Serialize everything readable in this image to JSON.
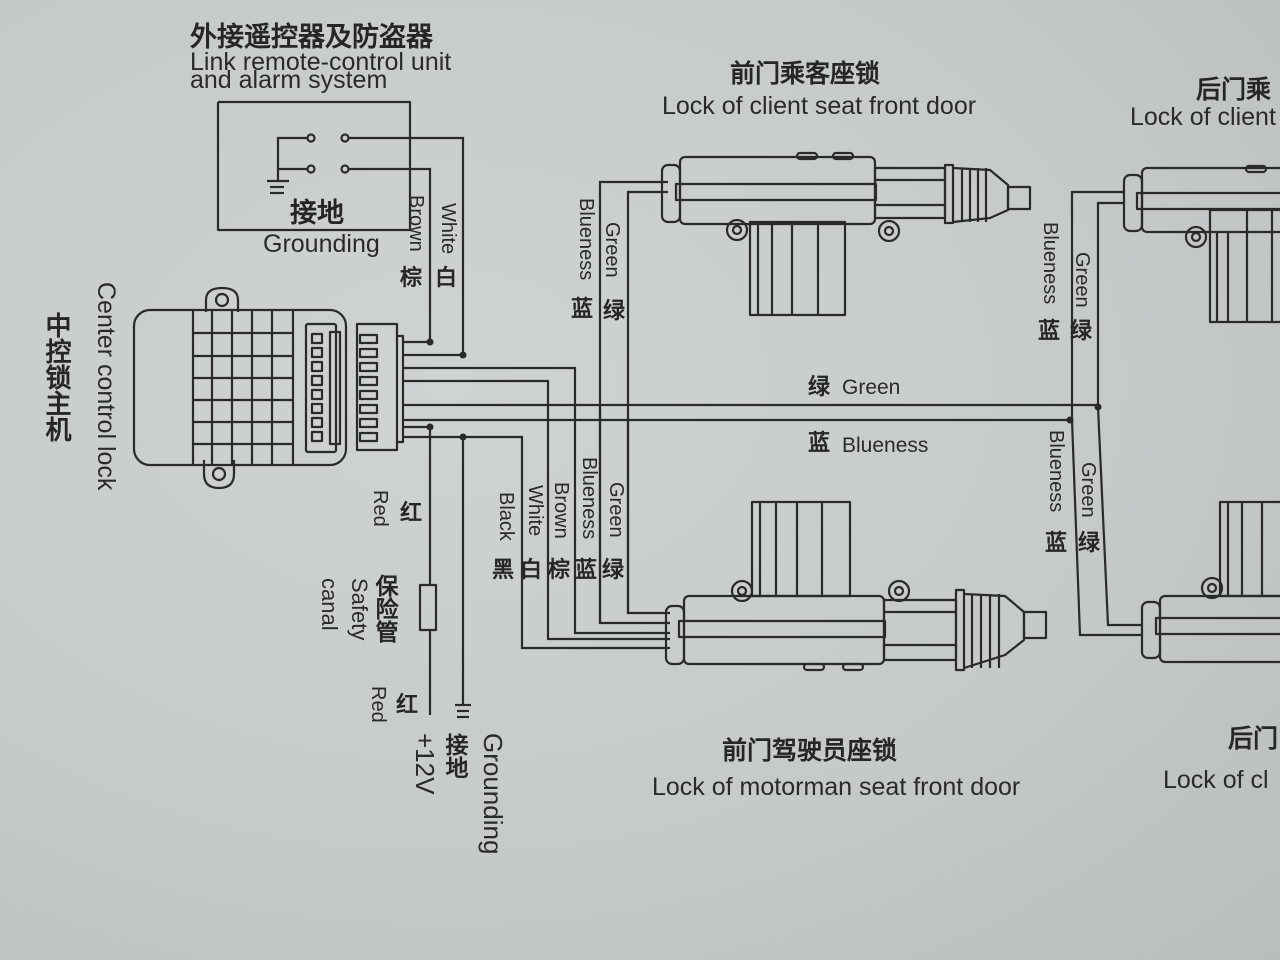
{
  "title": {
    "cn": "外接遥控器及防盗器",
    "en_line1": "Link remote-control unit",
    "en_line2": "and alarm system"
  },
  "remote_unit": {
    "ground_cn": "接地",
    "ground_en": "Grounding",
    "wire_brown_en": "Brown",
    "wire_brown_cn": "棕",
    "wire_white_en": "White",
    "wire_white_cn": "白"
  },
  "center_lock": {
    "en": "Center control lock",
    "cn": "中控锁主机"
  },
  "power": {
    "red_top_cn": "红",
    "red_top_en": "Red",
    "fuse_cn": "保险管",
    "fuse_en_line1": "Safety",
    "fuse_en_line2": "canal",
    "red_bottom_cn": "红",
    "red_bottom_en": "Red",
    "plus12v": "+12V",
    "ground_cn": "接地",
    "ground_en": "Grounding"
  },
  "driver_wires": [
    {
      "en": "Black",
      "cn": "黑"
    },
    {
      "en": "White",
      "cn": "白"
    },
    {
      "en": "Brown",
      "cn": "棕"
    },
    {
      "en": "Blueness",
      "cn": "蓝"
    },
    {
      "en": "Green",
      "cn": "绿"
    }
  ],
  "bus": {
    "green_cn": "绿",
    "green_en": "Green",
    "blue_cn": "蓝",
    "blue_en": "Blueness"
  },
  "front_passenger": {
    "title_cn": "前门乘客座锁",
    "title_en": "Lock of client seat front door",
    "wire_blue_en": "Blueness",
    "wire_blue_cn": "蓝",
    "wire_green_en": "Green",
    "wire_green_cn": "绿"
  },
  "front_driver": {
    "title_cn": "前门驾驶员座锁",
    "title_en": "Lock of motorman seat front door"
  },
  "rear_top": {
    "title_cn": "后门乘",
    "title_en": "Lock of client",
    "wire_blue_en": "Blueness",
    "wire_blue_cn": "蓝",
    "wire_green_en": "Green",
    "wire_green_cn": "绿"
  },
  "rear_bottom": {
    "title_cn": "后门",
    "title_en": "Lock of cl",
    "wire_blue_en": "Blueness",
    "wire_blue_cn": "蓝",
    "wire_green_en": "Green",
    "wire_green_cn": "绿"
  }
}
